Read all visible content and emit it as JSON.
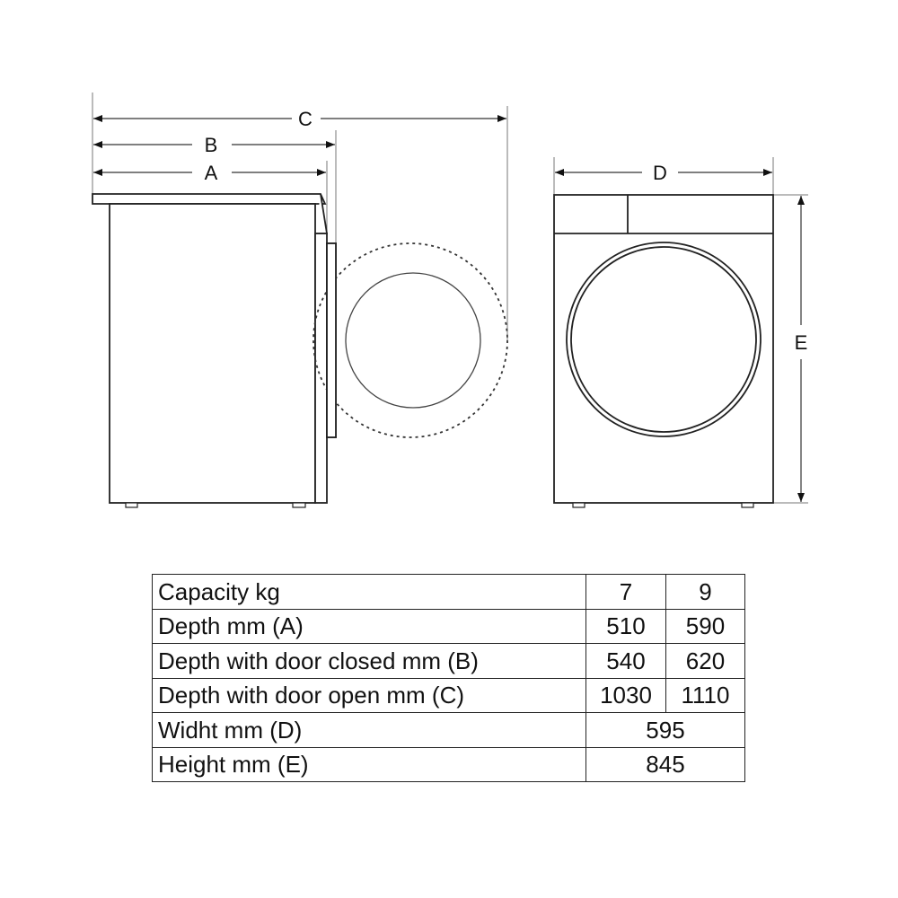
{
  "diagram": {
    "labels": {
      "a": "A",
      "b": "B",
      "c": "C",
      "d": "D",
      "e": "E"
    }
  },
  "table": {
    "rows": [
      {
        "label": "Capacity kg",
        "values": [
          "7",
          "9"
        ]
      },
      {
        "label": "Depth mm (A)",
        "values": [
          "510",
          "590"
        ]
      },
      {
        "label": "Depth with door closed mm (B)",
        "values": [
          "540",
          "620"
        ]
      },
      {
        "label": "Depth with door open mm (C)",
        "values": [
          "1030",
          "1110"
        ]
      },
      {
        "label": "Widht mm (D)",
        "values": [
          "595"
        ]
      },
      {
        "label": "Height mm (E)",
        "values": [
          "845"
        ]
      }
    ]
  }
}
